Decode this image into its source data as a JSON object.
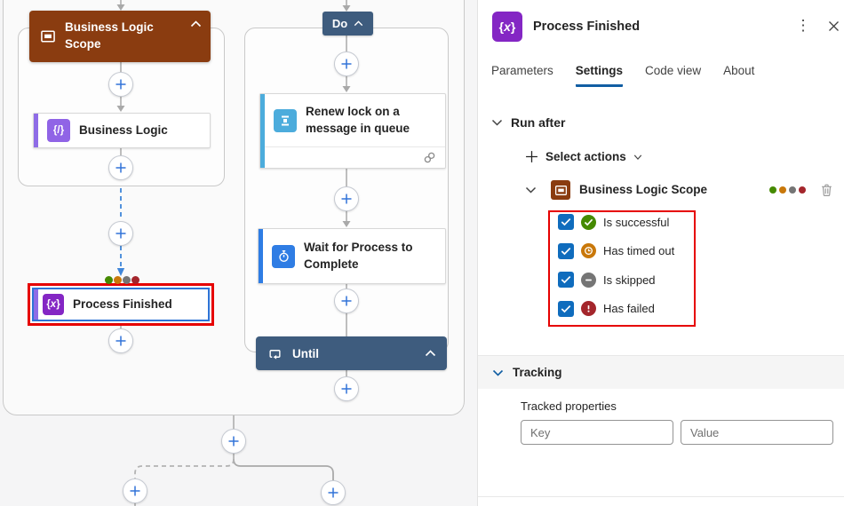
{
  "canvas": {
    "scope_group": {
      "header_label": "Business Logic Scope",
      "node_label": "Business Logic"
    },
    "process_finished": {
      "label": "Process Finished"
    },
    "do_group": {
      "do_label": "Do",
      "renew_label": "Renew lock on a message in queue",
      "wait_label": "Wait for Process to Complete",
      "until_label": "Until"
    }
  },
  "panel": {
    "title": "Process Finished",
    "tabs": [
      {
        "label": "Parameters",
        "active": false
      },
      {
        "label": "Settings",
        "active": true
      },
      {
        "label": "Code view",
        "active": false
      },
      {
        "label": "About",
        "active": false
      }
    ],
    "run_after": {
      "section_label": "Run after",
      "select_actions_label": "Select actions",
      "scope_row": {
        "label": "Business Logic Scope"
      },
      "statuses": [
        {
          "label": "Is successful",
          "checked": true
        },
        {
          "label": "Has timed out",
          "checked": true
        },
        {
          "label": "Is skipped",
          "checked": true
        },
        {
          "label": "Has failed",
          "checked": true
        }
      ]
    },
    "tracking": {
      "section_label": "Tracking",
      "tracked_properties_label": "Tracked properties",
      "key_placeholder": "Key",
      "value_placeholder": "Value"
    }
  },
  "colors": {
    "accent": "#115ea3",
    "checkbox-blue": "#0f6cbd",
    "annotation-red": "#e60000",
    "selection-blue": "#2e74d6",
    "scope-brown": "#8a3c10",
    "loop-slate": "#3e5c7e",
    "node-purple": "#8426c4",
    "logic-purple": "#9064e6",
    "accentbar-purple": "#8e6ce6",
    "servicebus-blue": "#4cacdc",
    "wait-blue": "#2f7de4",
    "plus-blue": "#3273d9",
    "status-succeeded": "#458a00",
    "status-timedout": "#c9780a",
    "status-skipped": "#757575",
    "status-failed": "#a4262c"
  }
}
